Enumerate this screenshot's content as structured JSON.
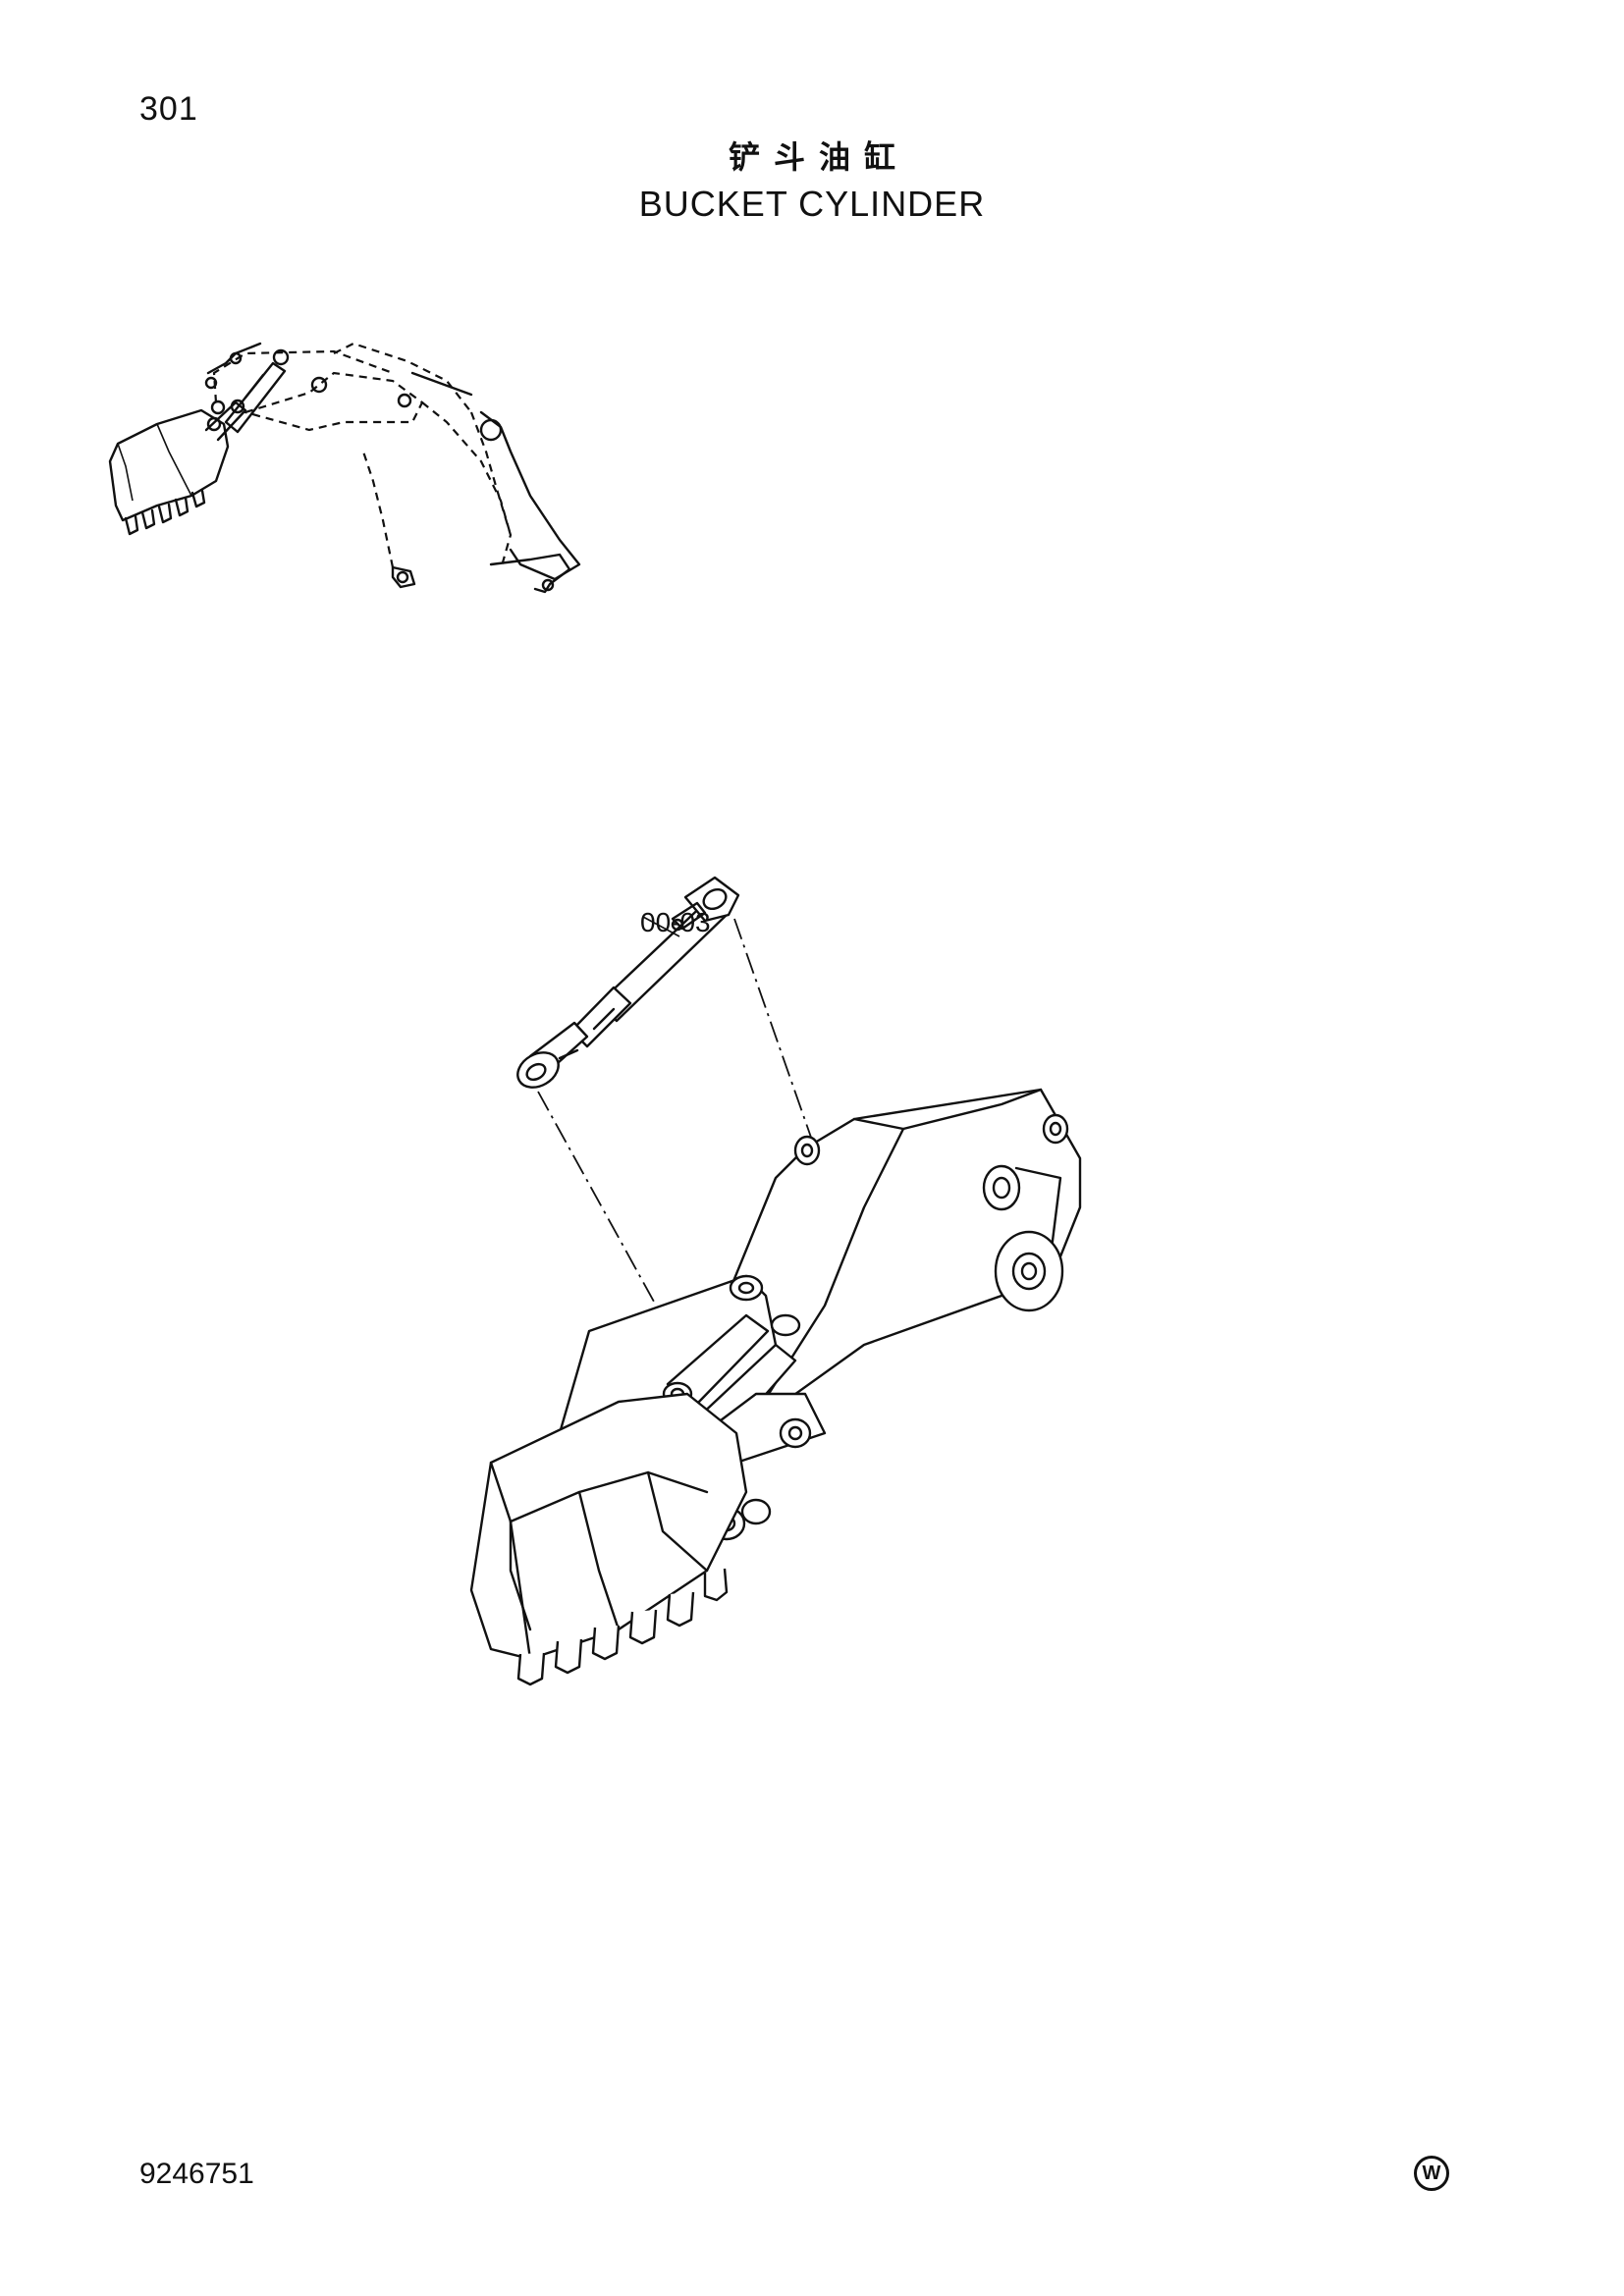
{
  "page": {
    "number": "301",
    "title_cn": "铲斗油缸",
    "title_en": "BUCKET CYLINDER",
    "doc_number": "9246751",
    "mark": "W"
  },
  "callouts": [
    {
      "label": "00-03"
    }
  ],
  "figures": [
    {
      "name": "overview",
      "icon": "excavator-front-attachment-diagram"
    },
    {
      "name": "detail",
      "icon": "bucket-arm-cylinder-exploded-diagram"
    }
  ]
}
